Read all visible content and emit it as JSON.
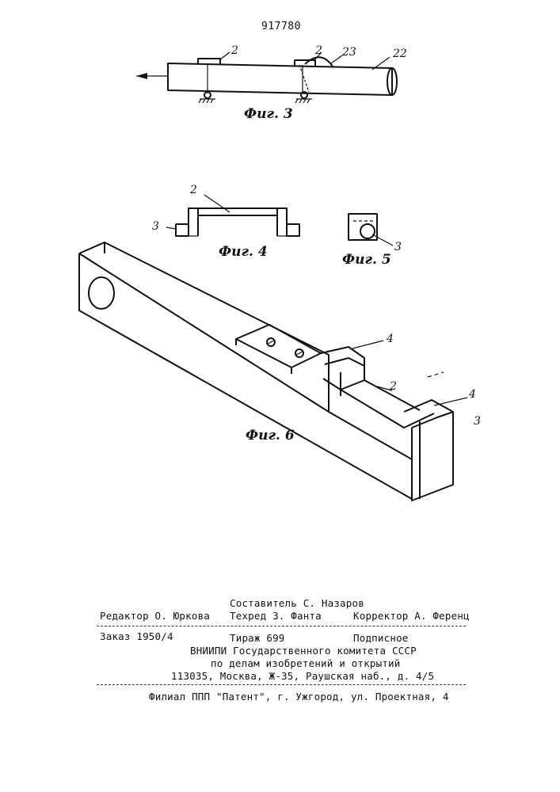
{
  "patent_number": "917780",
  "figures": {
    "fig3": {
      "label": "Фиг. 3",
      "callouts": [
        "2",
        "2",
        "23",
        "22"
      ]
    },
    "fig4": {
      "label": "Фиг. 4",
      "callouts": [
        "2",
        "3"
      ]
    },
    "fig5": {
      "label": "Фиг. 5",
      "callouts": [
        "3"
      ]
    },
    "fig6": {
      "label": "Фиг. 6",
      "callouts": [
        "4",
        "2",
        "4",
        "3"
      ]
    }
  },
  "colophon": {
    "compiler": "Составитель С. Назаров",
    "editor": "Редактор О. Юркова",
    "tech_editor": "Техред З. Фанта",
    "corrector": "Корректор А. Ференц",
    "order": "Заказ 1950/4",
    "circulation": "Тираж 699",
    "subscription": "Подписное",
    "org_line1": "ВНИИПИ Государственного комитета СССР",
    "org_line2": "по делам изобретений и открытий",
    "address": "113035, Москва, Ж-35, Раушская наб., д. 4/5",
    "branch": "Филиал ППП \"Патент\", г. Ужгород, ул. Проектная, 4"
  }
}
